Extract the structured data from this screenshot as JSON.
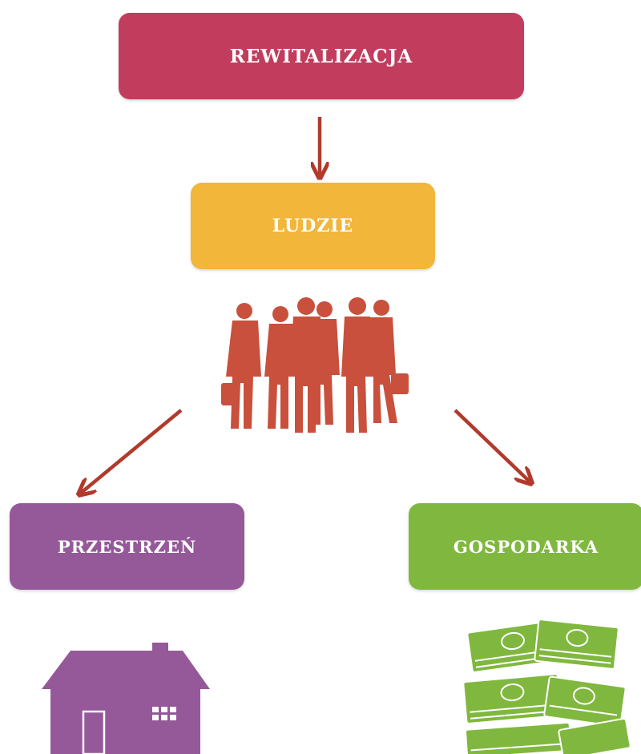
{
  "nodes": {
    "rewitalizacja": {
      "label": "REWITALIZACJA",
      "color": "#c23c5e"
    },
    "ludzie": {
      "label": "LUDZIE",
      "color": "#f1b63a"
    },
    "przestrzen": {
      "label": "PRZESTRZEŃ",
      "color": "#955999"
    },
    "gospodarka": {
      "label": "GOSPODARKA",
      "color": "#80b83f"
    }
  },
  "edges": [
    {
      "from": "rewitalizacja",
      "to": "ludzie"
    },
    {
      "from": "ludzie",
      "to": "przestrzen"
    },
    {
      "from": "ludzie",
      "to": "gospodarka"
    }
  ],
  "colors": {
    "arrow": "#b13a2c",
    "people": "#c8503c",
    "house": "#955999",
    "money": "#80b83f"
  },
  "icons": [
    "people-group-icon",
    "house-icon",
    "money-stack-icon"
  ]
}
